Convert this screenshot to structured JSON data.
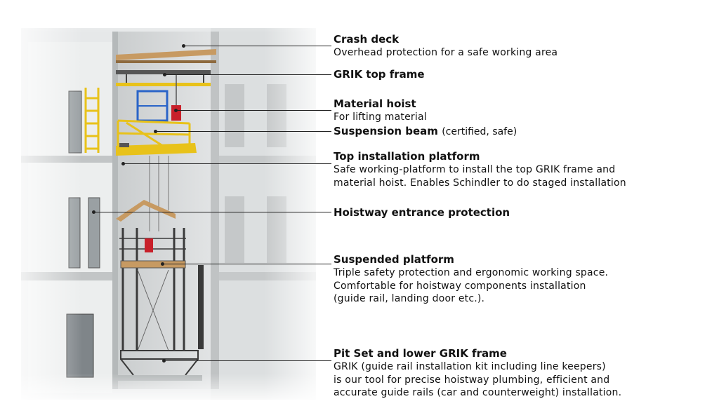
{
  "callouts": [
    {
      "id": "crash-deck",
      "title": "Crash deck",
      "desc": "Overhead protection for a safe working area"
    },
    {
      "id": "grik-top-frame",
      "title": "GRIK top frame",
      "desc": ""
    },
    {
      "id": "material-hoist",
      "title": "Material hoist",
      "desc": "For lifting material"
    },
    {
      "id": "suspension-beam",
      "title": "Suspension beam",
      "note": "(certified, safe)",
      "desc": ""
    },
    {
      "id": "top-installation-platform",
      "title": "Top installation platform",
      "desc": "Safe working-platform to install the top GRIK frame and\nmaterial hoist. Enables Schindler to do staged installation"
    },
    {
      "id": "hoistway-entrance-protection",
      "title": "Hoistway entrance protection",
      "desc": ""
    },
    {
      "id": "suspended-platform",
      "title": "Suspended platform",
      "desc": "Triple safety protection and ergonomic working space.\nComfortable for hoistway components installation\n(guide rail, landing door etc.)."
    },
    {
      "id": "pit-set",
      "title": "Pit Set and lower GRIK frame",
      "desc": "GRIK (guide rail installation kit including line keepers)\nis our tool for precise hoistway plumbing, efficient and\naccurate guide rails (car and counterweight) installation."
    }
  ],
  "colors": {
    "platform_yellow": "#e8c21a",
    "hoist_blue": "#2a64c8",
    "hoist_red": "#c8202a",
    "concrete": "#d9dcdd",
    "frame_dark": "#3a3a3a",
    "crash_deck_wood": "#c79a62"
  }
}
